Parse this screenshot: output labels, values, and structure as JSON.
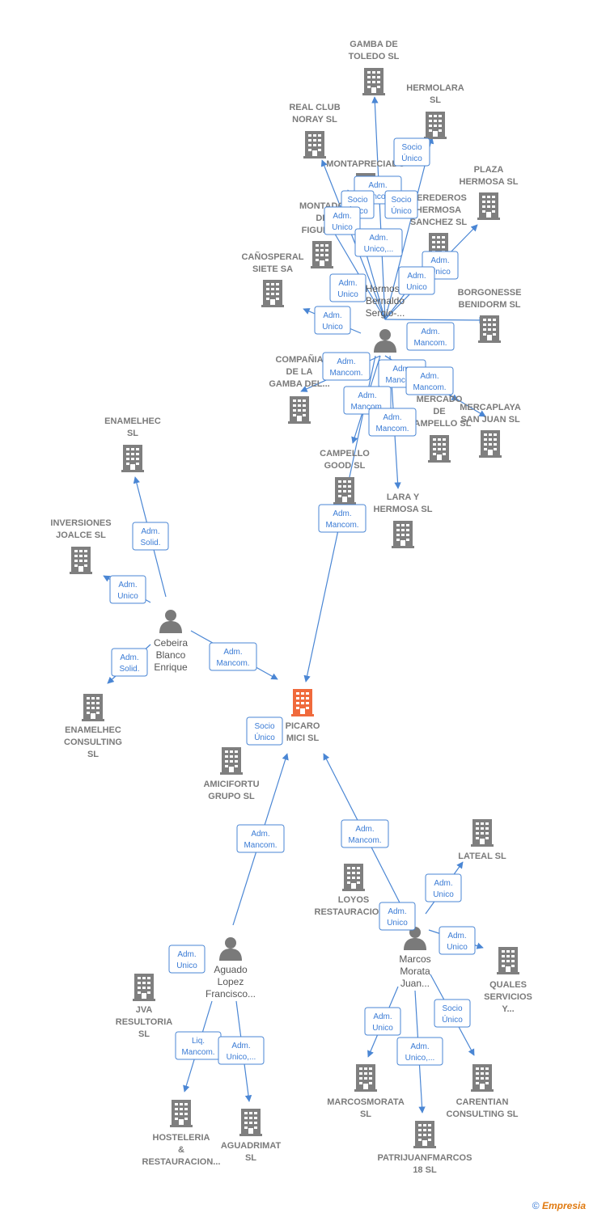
{
  "colors": {
    "edge": "#4a86d4",
    "building": "#7f7f7f",
    "focus": "#f06a3c",
    "person": "#7a7a7a"
  },
  "focus": {
    "label": [
      "PICARO",
      "MICI  SL"
    ]
  },
  "companies": [
    {
      "id": "gamba_toledo",
      "label": [
        "GAMBA DE",
        "TOLEDO SL"
      ]
    },
    {
      "id": "hermolara",
      "label": [
        "HERMOLARA",
        "SL"
      ]
    },
    {
      "id": "real_club",
      "label": [
        "REAL CLUB",
        "NORAY  SL"
      ]
    },
    {
      "id": "montapreciado",
      "label": [
        "MONTAPRECIADO"
      ]
    },
    {
      "id": "plaza_hermosa",
      "label": [
        "PLAZA",
        "HERMOSA SL"
      ]
    },
    {
      "id": "montado",
      "label": [
        "MONTADO",
        "DE",
        "FIGUER..."
      ]
    },
    {
      "id": "herederos",
      "label": [
        "HEREDEROS",
        "HERMOSA",
        "SANCHEZ  SL"
      ]
    },
    {
      "id": "canosperal",
      "label": [
        "CAÑOSPERAL",
        "SIETE SA"
      ]
    },
    {
      "id": "borgonesse",
      "label": [
        "BORGONESSE",
        "BENIDORM  SL"
      ]
    },
    {
      "id": "compania_gamba",
      "label": [
        "COMPAÑIA",
        "DE LA",
        "GAMBA DEL..."
      ]
    },
    {
      "id": "mercado",
      "label": [
        "MERCADO",
        "DE",
        "CAMPELLO  SL"
      ]
    },
    {
      "id": "mercaplaya",
      "label": [
        "MERCAPLAYA",
        "SAN JUAN  SL"
      ]
    },
    {
      "id": "enamelhec",
      "label": [
        "ENAMELHEC",
        "SL"
      ]
    },
    {
      "id": "campello_good",
      "label": [
        "CAMPELLO",
        "GOOD  SL"
      ]
    },
    {
      "id": "lara_hermosa",
      "label": [
        "LARA Y",
        "HERMOSA SL"
      ]
    },
    {
      "id": "inversiones",
      "label": [
        "INVERSIONES",
        "JOALCE  SL"
      ]
    },
    {
      "id": "enamelhec_consulting",
      "label": [
        "ENAMELHEC",
        "CONSULTING",
        "SL"
      ]
    },
    {
      "id": "amicifortu",
      "label": [
        "AMICIFORTU",
        "GRUPO  SL"
      ]
    },
    {
      "id": "lateal",
      "label": [
        "LATEAL SL"
      ]
    },
    {
      "id": "loyos",
      "label": [
        "LOYOS",
        "RESTAURACION..."
      ]
    },
    {
      "id": "quales",
      "label": [
        "QUALES",
        "SERVICIOS",
        "Y..."
      ]
    },
    {
      "id": "jva",
      "label": [
        "JVA",
        "RESULTORIA",
        "SL"
      ]
    },
    {
      "id": "marcosmorata",
      "label": [
        "MARCOSMORATA",
        "SL"
      ]
    },
    {
      "id": "carentian",
      "label": [
        "CARENTIAN",
        "CONSULTING SL"
      ]
    },
    {
      "id": "hosteleria",
      "label": [
        "HOSTELERIA",
        "&",
        "RESTAURACION..."
      ]
    },
    {
      "id": "aguadrimat",
      "label": [
        "AGUADRIMAT",
        "SL"
      ]
    },
    {
      "id": "patrijuan",
      "label": [
        "PATRIJUANFMARCOS",
        "18  SL"
      ]
    }
  ],
  "people": [
    {
      "id": "hermosa_bernaldo",
      "label": [
        "Hermosa",
        "Bernaldo",
        "Sergio-..."
      ]
    },
    {
      "id": "cebeira",
      "label": [
        "Cebeira",
        "Blanco",
        "Enrique"
      ]
    },
    {
      "id": "aguado",
      "label": [
        "Aguado",
        "Lopez",
        "Francisco..."
      ]
    },
    {
      "id": "marcos",
      "label": [
        "Marcos",
        "Morata",
        "Juan..."
      ]
    }
  ],
  "badges": [
    {
      "text": [
        "Socio",
        "Único"
      ]
    },
    {
      "text": [
        "Adm.",
        "Mancom."
      ]
    },
    {
      "text": [
        "Socio",
        "Único"
      ]
    },
    {
      "text": [
        "Adm.",
        "Unico"
      ]
    },
    {
      "text": [
        "Socio",
        "Único"
      ]
    },
    {
      "text": [
        "Adm.",
        "Unico,..."
      ]
    },
    {
      "text": [
        "Adm.",
        "Unico"
      ]
    },
    {
      "text": [
        "Adm.",
        "Unico"
      ]
    },
    {
      "text": [
        "Adm.",
        "Unico"
      ]
    },
    {
      "text": [
        "Adm.",
        "Unico"
      ]
    },
    {
      "text": [
        "Adm.",
        "Mancom."
      ]
    },
    {
      "text": [
        "Adm.",
        "Mancom."
      ]
    },
    {
      "text": [
        "Adm.",
        "Mancom."
      ]
    },
    {
      "text": [
        "Adm.",
        "Mancom."
      ]
    },
    {
      "text": [
        "Adm.",
        "Mancom."
      ]
    },
    {
      "text": [
        "Adm.",
        "Mancom."
      ]
    },
    {
      "text": [
        "Adm.",
        "Mancom."
      ]
    },
    {
      "text": [
        "Adm.",
        "Solid."
      ]
    },
    {
      "text": [
        "Adm.",
        "Unico"
      ]
    },
    {
      "text": [
        "Adm.",
        "Solid."
      ]
    },
    {
      "text": [
        "Adm.",
        "Mancom."
      ]
    },
    {
      "text": [
        "Socio",
        "Único"
      ]
    },
    {
      "text": [
        "Adm.",
        "Mancom."
      ]
    },
    {
      "text": [
        "Adm.",
        "Mancom."
      ]
    },
    {
      "text": [
        "Adm.",
        "Unico"
      ]
    },
    {
      "text": [
        "Adm.",
        "Unico"
      ]
    },
    {
      "text": [
        "Adm.",
        "Unico"
      ]
    },
    {
      "text": [
        "Adm.",
        "Unico"
      ]
    },
    {
      "text": [
        "Socio",
        "Único"
      ]
    },
    {
      "text": [
        "Adm.",
        "Unico"
      ]
    },
    {
      "text": [
        "Adm.",
        "Unico,..."
      ]
    },
    {
      "text": [
        "Liq.",
        "Mancom."
      ]
    },
    {
      "text": [
        "Adm.",
        "Unico,..."
      ]
    }
  ],
  "footer": {
    "copyright": "©",
    "brand": "Empresia"
  }
}
